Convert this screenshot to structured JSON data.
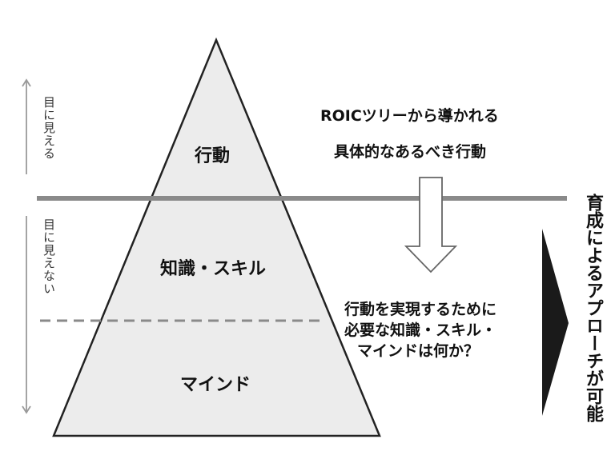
{
  "pyramid": {
    "top_label": "行動",
    "middle_label": "知識・スキル",
    "bottom_label": "マインド"
  },
  "side_labels": {
    "visible": "目に見える",
    "invisible": "目に見えない"
  },
  "annotations": {
    "top_line1": "ROICツリーから導かれる",
    "top_line2": "具体的なあるべき行動",
    "middle_line1": "行動を実現するために",
    "middle_line2": "必要な知識・スキル・",
    "middle_line3": "マインドは何か？"
  },
  "right_text": "育成によるアプローチが可能",
  "colors": {
    "pyramid_fill": "#ececec",
    "divider_line": "#8a8a8a",
    "dashed_line": "#8a8a8a",
    "side_arrow": "#9a9a9a",
    "chevron": "#1a1a1a"
  }
}
